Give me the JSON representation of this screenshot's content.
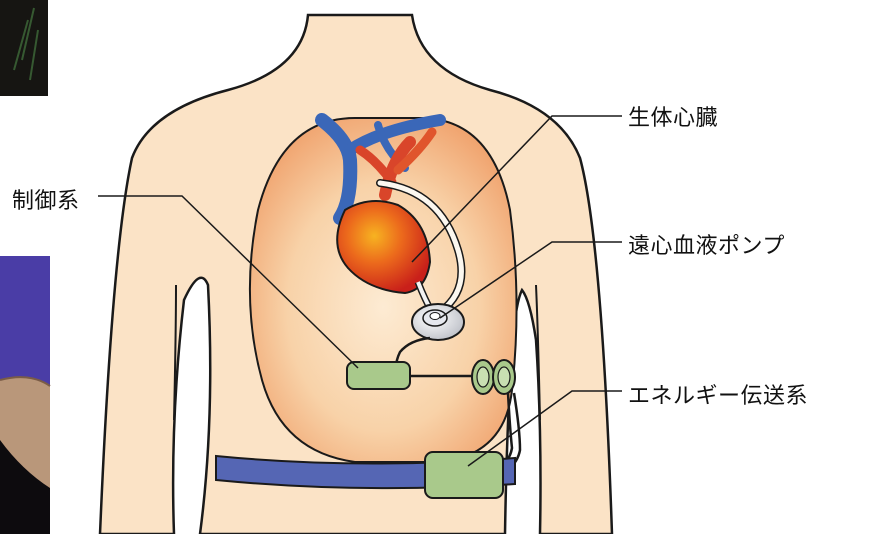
{
  "labels": {
    "heart": "生体心臓",
    "control": "制御系",
    "pump": "遠心血液ポンプ",
    "energy": "エネルギー伝送系"
  },
  "colors": {
    "skin": "#fbe3c6",
    "outline": "#1a1a1a",
    "chest_cavity": "#f6c79c",
    "vessel_blue": "#3a67b8",
    "heart_red": "#d2381c",
    "heart_core": "#f5a020",
    "device_green": "#a9c98b",
    "belt_blue": "#5566b4",
    "purple_bg": "#4a3da6"
  }
}
